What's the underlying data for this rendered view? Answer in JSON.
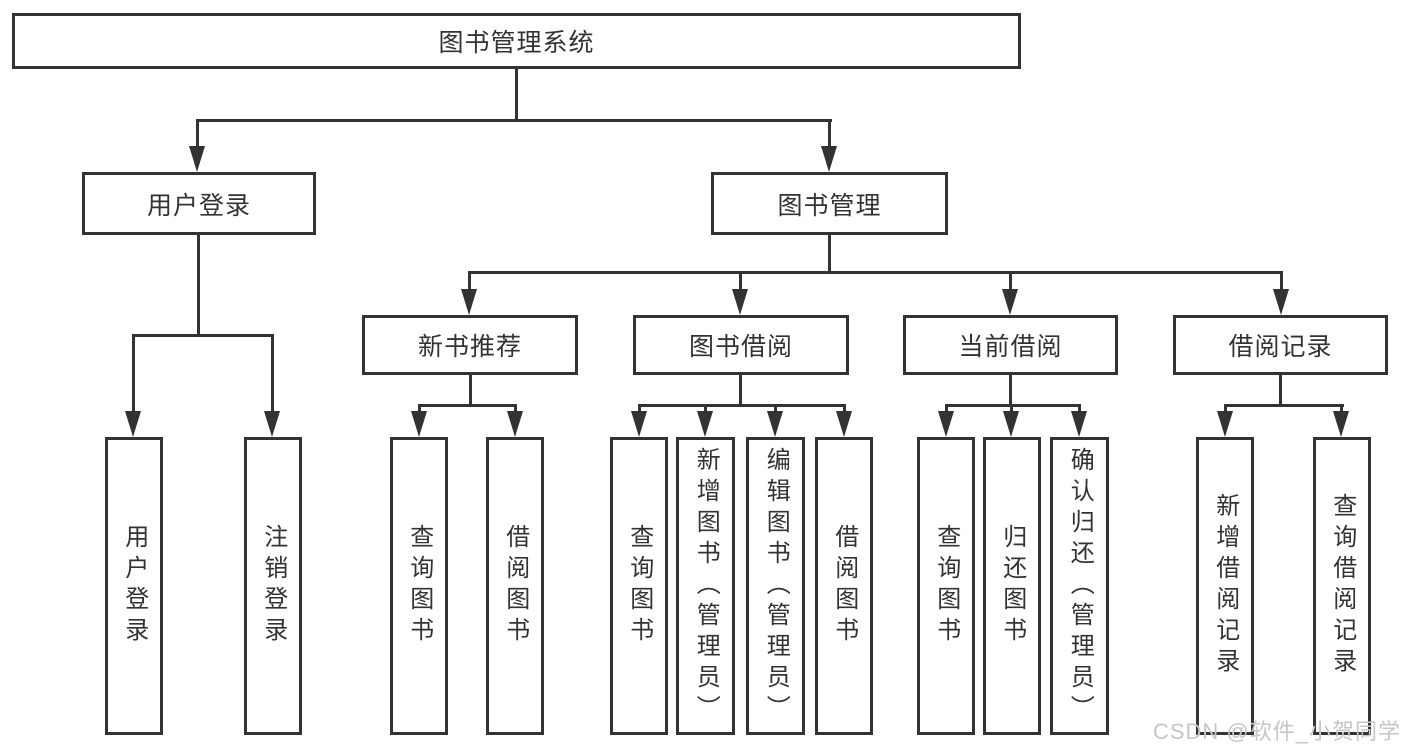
{
  "diagram": {
    "root": {
      "label": "图书管理系统"
    },
    "branches": [
      {
        "label": "用户登录",
        "children": [
          {
            "label": "用户登录"
          },
          {
            "label": "注销登录"
          }
        ]
      },
      {
        "label": "图书管理",
        "children": [
          {
            "label": "新书推荐",
            "children": [
              {
                "label": "查询图书"
              },
              {
                "label": "借阅图书"
              }
            ]
          },
          {
            "label": "图书借阅",
            "children": [
              {
                "label": "查询图书"
              },
              {
                "label": "新增图书（管理员）"
              },
              {
                "label": "编辑图书（管理员）"
              },
              {
                "label": "借阅图书"
              }
            ]
          },
          {
            "label": "当前借阅",
            "children": [
              {
                "label": "查询图书"
              },
              {
                "label": "归还图书"
              },
              {
                "label": "确认归还（管理员）"
              }
            ]
          },
          {
            "label": "借阅记录",
            "children": [
              {
                "label": "新增借阅记录"
              },
              {
                "label": "查询借阅记录"
              }
            ]
          }
        ]
      }
    ]
  },
  "watermark": {
    "text": "CSDN @软件_小贺同学"
  },
  "colors": {
    "stroke": "#333333",
    "text": "#333333",
    "watermark": "#c6c6c6",
    "background": "#ffffff"
  }
}
